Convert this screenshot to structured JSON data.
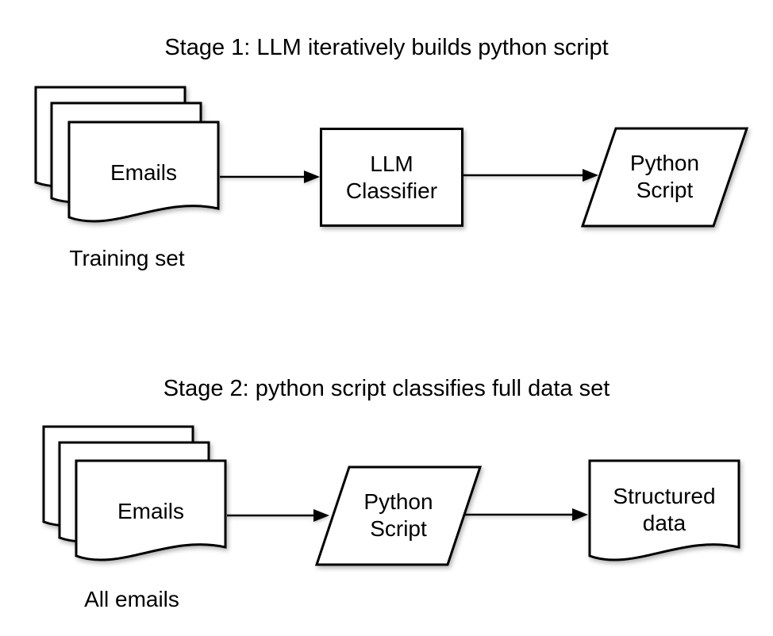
{
  "stage1": {
    "title": "Stage 1: LLM iteratively builds python script",
    "stack_label": "Emails",
    "stack_caption": "Training set",
    "process_label": "LLM\nClassifier",
    "output_label": "Python\nScript"
  },
  "stage2": {
    "title": "Stage 2: python script classifies full data set",
    "stack_label": "Emails",
    "stack_caption": "All emails",
    "process_label": "Python\nScript",
    "output_label": "Structured\ndata"
  },
  "style": {
    "stroke_color": "#000000",
    "fill_color": "#ffffff",
    "background_color": "#ffffff",
    "shadow_color": "rgba(0,0,0,0.30)"
  }
}
